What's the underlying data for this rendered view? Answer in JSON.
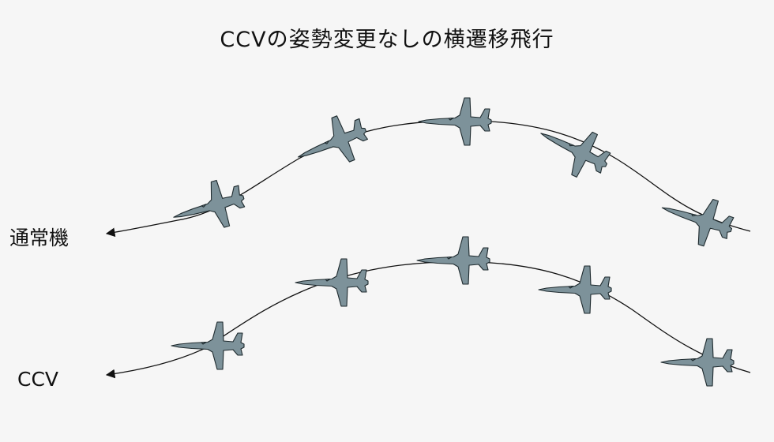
{
  "title": "CCVの姿勢変更なしの横遷移飛行",
  "labels": {
    "normal": "通常機",
    "ccv": "CCV"
  },
  "colors": {
    "aircraft_fill": "#7d929a",
    "aircraft_outline": "#1e2a2e",
    "path_line": "#111111",
    "background": "#f6f6f6"
  }
}
